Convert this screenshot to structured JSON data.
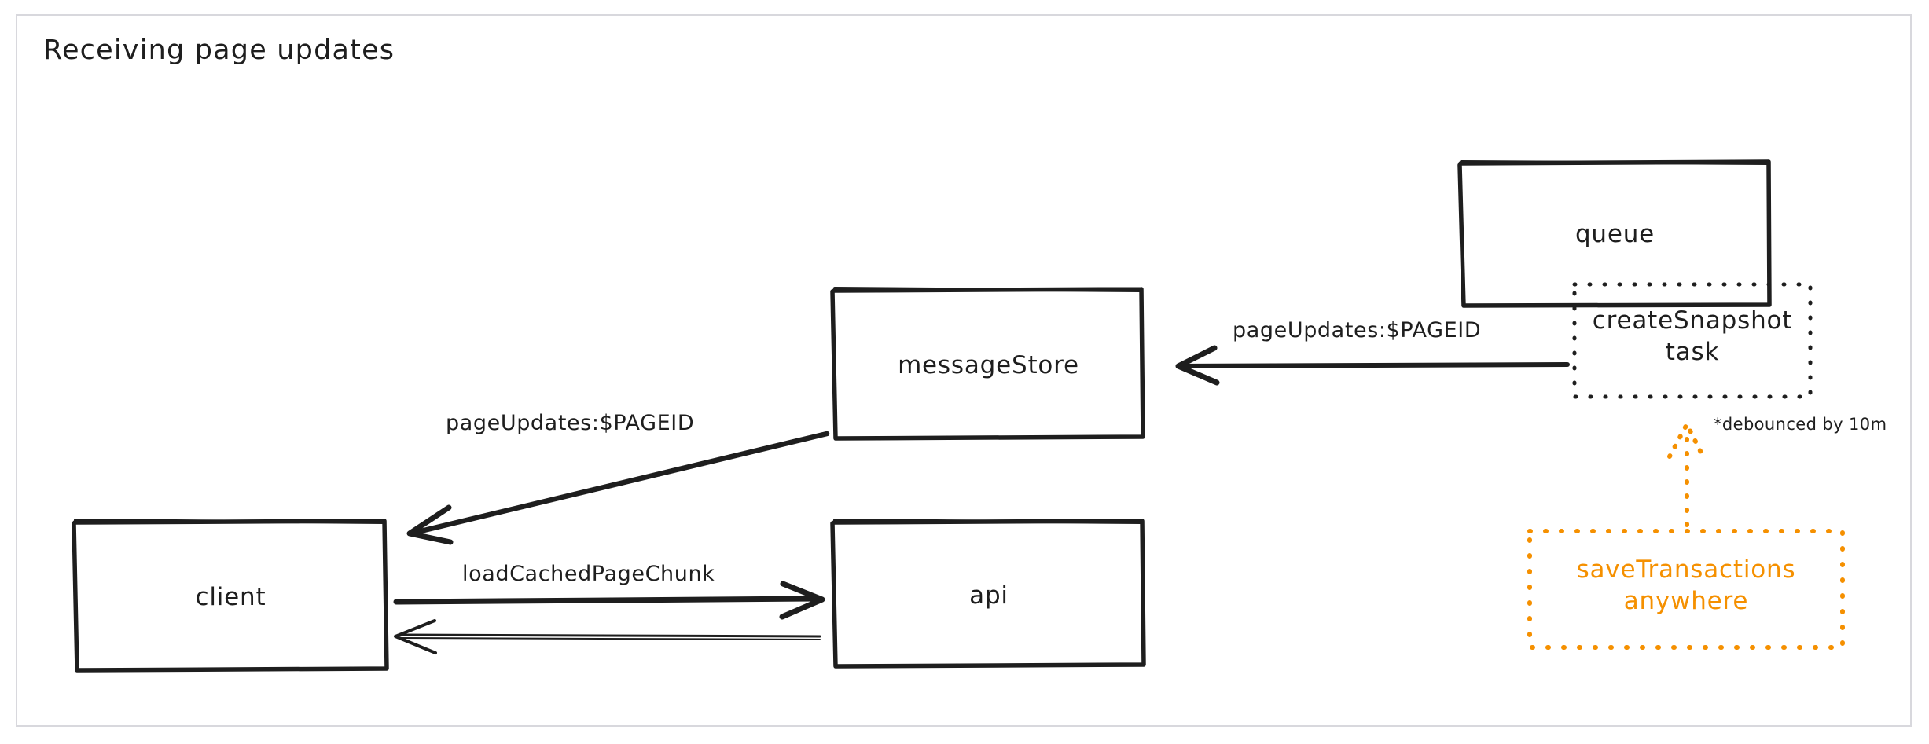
{
  "diagram": {
    "title": "Receiving page updates",
    "colors": {
      "stroke": "#1e1e1e",
      "orange": "#f59000",
      "frame": "#d8d8dd",
      "background": "#ffffff"
    },
    "nodes": [
      {
        "id": "messageStore",
        "label": "messageStore",
        "shape": "rectangle",
        "style": "solid",
        "color": "#1e1e1e"
      },
      {
        "id": "client",
        "label": "client",
        "shape": "rectangle",
        "style": "solid",
        "color": "#1e1e1e"
      },
      {
        "id": "api",
        "label": "api",
        "shape": "rectangle",
        "style": "solid",
        "color": "#1e1e1e"
      },
      {
        "id": "queue",
        "label": "queue",
        "shape": "rectangle",
        "style": "solid",
        "color": "#1e1e1e"
      },
      {
        "id": "createSnapshotTask",
        "label": "createSnapshot\ntask",
        "line1": "createSnapshot",
        "line2": "task",
        "shape": "rectangle",
        "style": "dotted",
        "color": "#1e1e1e"
      },
      {
        "id": "saveTransactionsAnywhere",
        "label": "saveTransactions\nanywhere",
        "line1": "saveTransactions",
        "line2": "anywhere",
        "shape": "rectangle",
        "style": "dotted",
        "color": "#f59000"
      }
    ],
    "edges": [
      {
        "id": "task-to-messagestore",
        "from": "createSnapshotTask",
        "to": "messageStore",
        "label": "pageUpdates:$PAGEID",
        "style": "solid",
        "color": "#1e1e1e"
      },
      {
        "id": "messagestore-to-client",
        "from": "messageStore",
        "to": "client",
        "label": "pageUpdates:$PAGEID",
        "style": "solid",
        "color": "#1e1e1e"
      },
      {
        "id": "client-to-api",
        "from": "client",
        "to": "api",
        "label": "loadCachedPageChunk",
        "style": "solid",
        "color": "#1e1e1e"
      },
      {
        "id": "api-to-client",
        "from": "api",
        "to": "client",
        "label": "",
        "style": "solid-thin",
        "color": "#1e1e1e"
      },
      {
        "id": "savetransactions-to-task",
        "from": "saveTransactionsAnywhere",
        "to": "createSnapshotTask",
        "label": "",
        "style": "dotted",
        "color": "#f59000"
      }
    ],
    "annotations": [
      {
        "id": "debounce-note",
        "text": "*debounced by 10m",
        "color": "#1e1e1e"
      }
    ]
  }
}
